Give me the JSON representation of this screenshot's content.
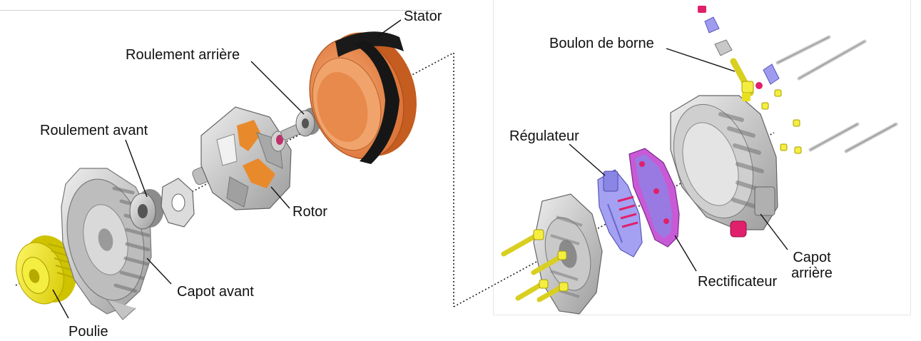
{
  "colors": {
    "pulley": "#f2ea1e",
    "stator": "#e8894a",
    "stator_band": "#1a1a1a",
    "housing": "#c8c8c8",
    "rotor_accent": "#e88a2c",
    "regulator": "#9f9cf0",
    "rectifier": "#c85ad6",
    "bolt": "#ece43a",
    "terminal": "#e0206a"
  },
  "labels": {
    "stator": "Stator",
    "rear_bearing": "Roulement arrière",
    "front_bearing": "Roulement avant",
    "rotor": "Rotor",
    "front_cover": "Capot avant",
    "pulley": "Poulie",
    "terminal_bolt": "Boulon de borne",
    "regulator": "Régulateur",
    "rectifier": "Rectificateur",
    "rear_cover_line1": "Capot",
    "rear_cover_line2": "arrière"
  }
}
